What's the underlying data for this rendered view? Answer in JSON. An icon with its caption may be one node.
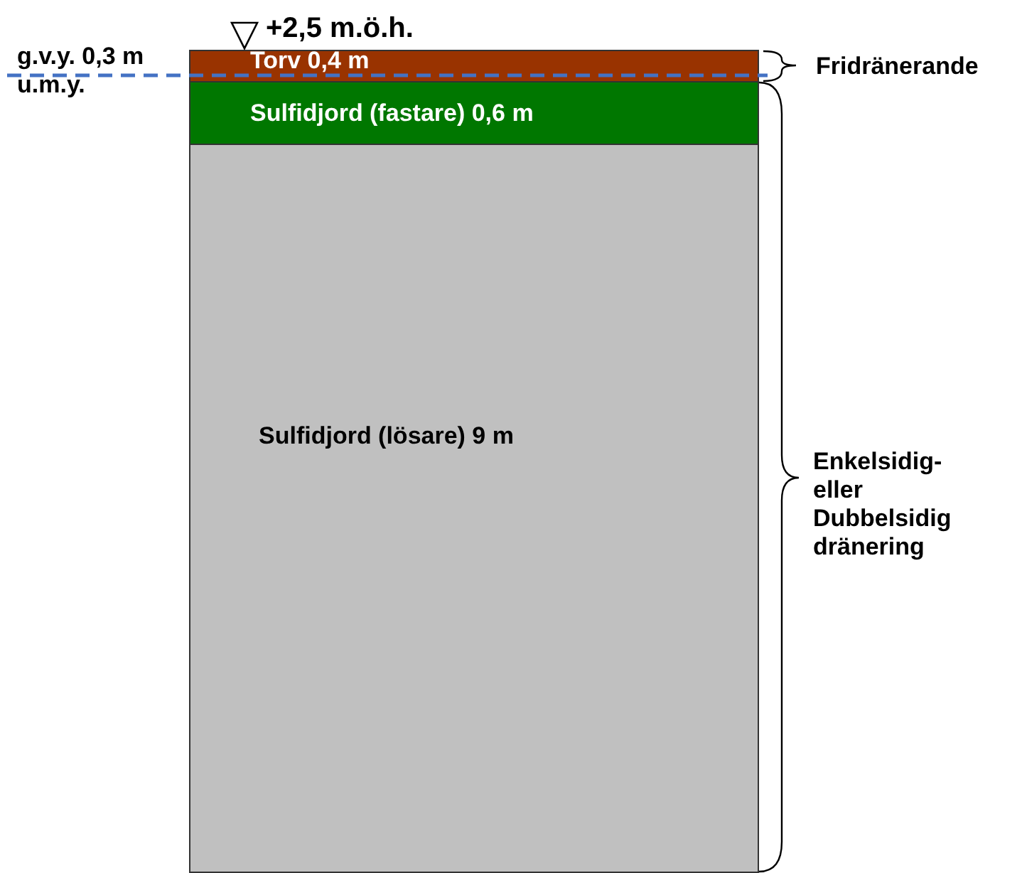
{
  "diagram": {
    "nodes": [
      {
        "text": [
          "Torv 0,4 m"
        ]
      },
      {
        "text": [
          "Sulfidjord (fastare) 0,6 m"
        ]
      },
      {
        "text": [
          "Sulfidjord (lösare) 9 m"
        ]
      }
    ],
    "labels": [
      "+2,5 m.ö.h.",
      "g.v.y. 0,3 m u.m.y.",
      "Fridränerande",
      "Enkelsidig- eller Dubbelsidig dränering"
    ]
  }
}
